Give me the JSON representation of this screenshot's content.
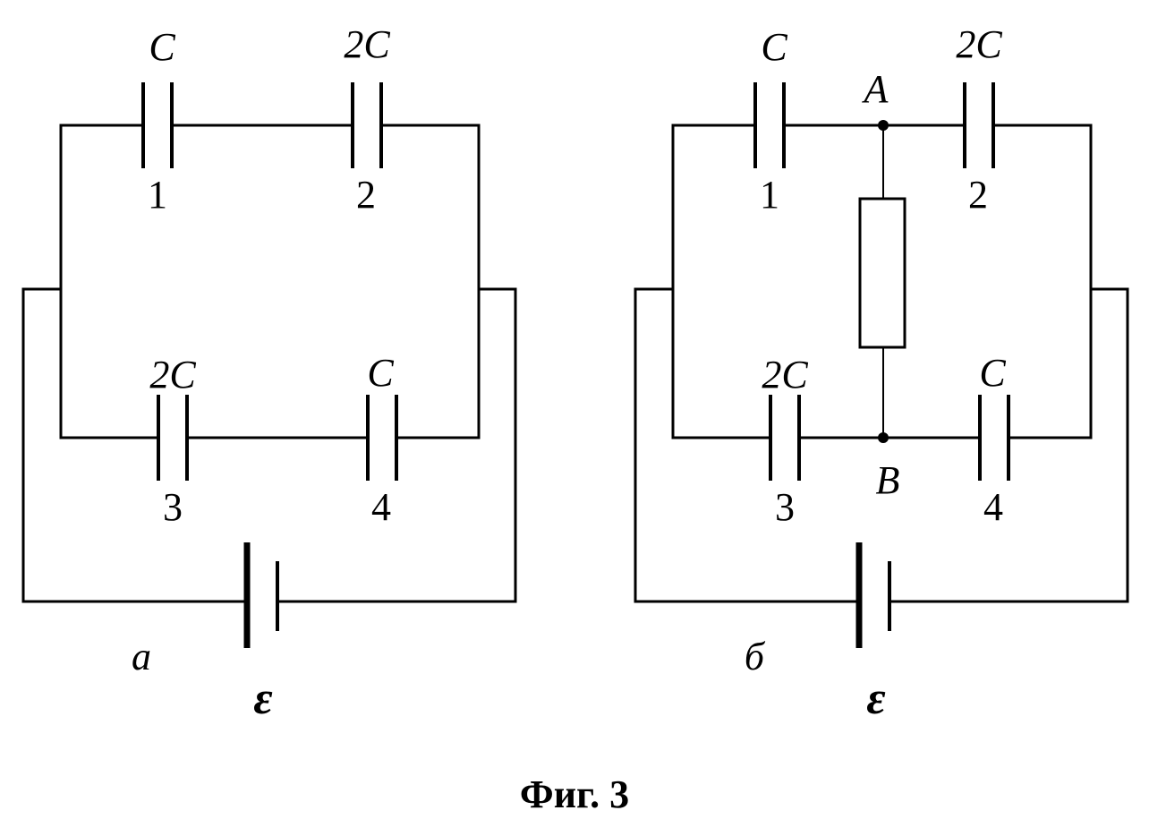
{
  "diagram_a": {
    "panel_label": "а",
    "emf_label": "ε",
    "capacitors": [
      {
        "value": "C",
        "number": "1"
      },
      {
        "value": "2C",
        "number": "2"
      },
      {
        "value": "2C",
        "number": "3"
      },
      {
        "value": "C",
        "number": "4"
      }
    ]
  },
  "diagram_b": {
    "panel_label": "б",
    "emf_label": "ε",
    "node_a": "A",
    "node_b": "B",
    "capacitors": [
      {
        "value": "C",
        "number": "1"
      },
      {
        "value": "2C",
        "number": "2"
      },
      {
        "value": "2C",
        "number": "3"
      },
      {
        "value": "C",
        "number": "4"
      }
    ]
  },
  "figure_caption": "Фиг. 3",
  "colors": {
    "ink": "#000000",
    "background": "#ffffff"
  }
}
